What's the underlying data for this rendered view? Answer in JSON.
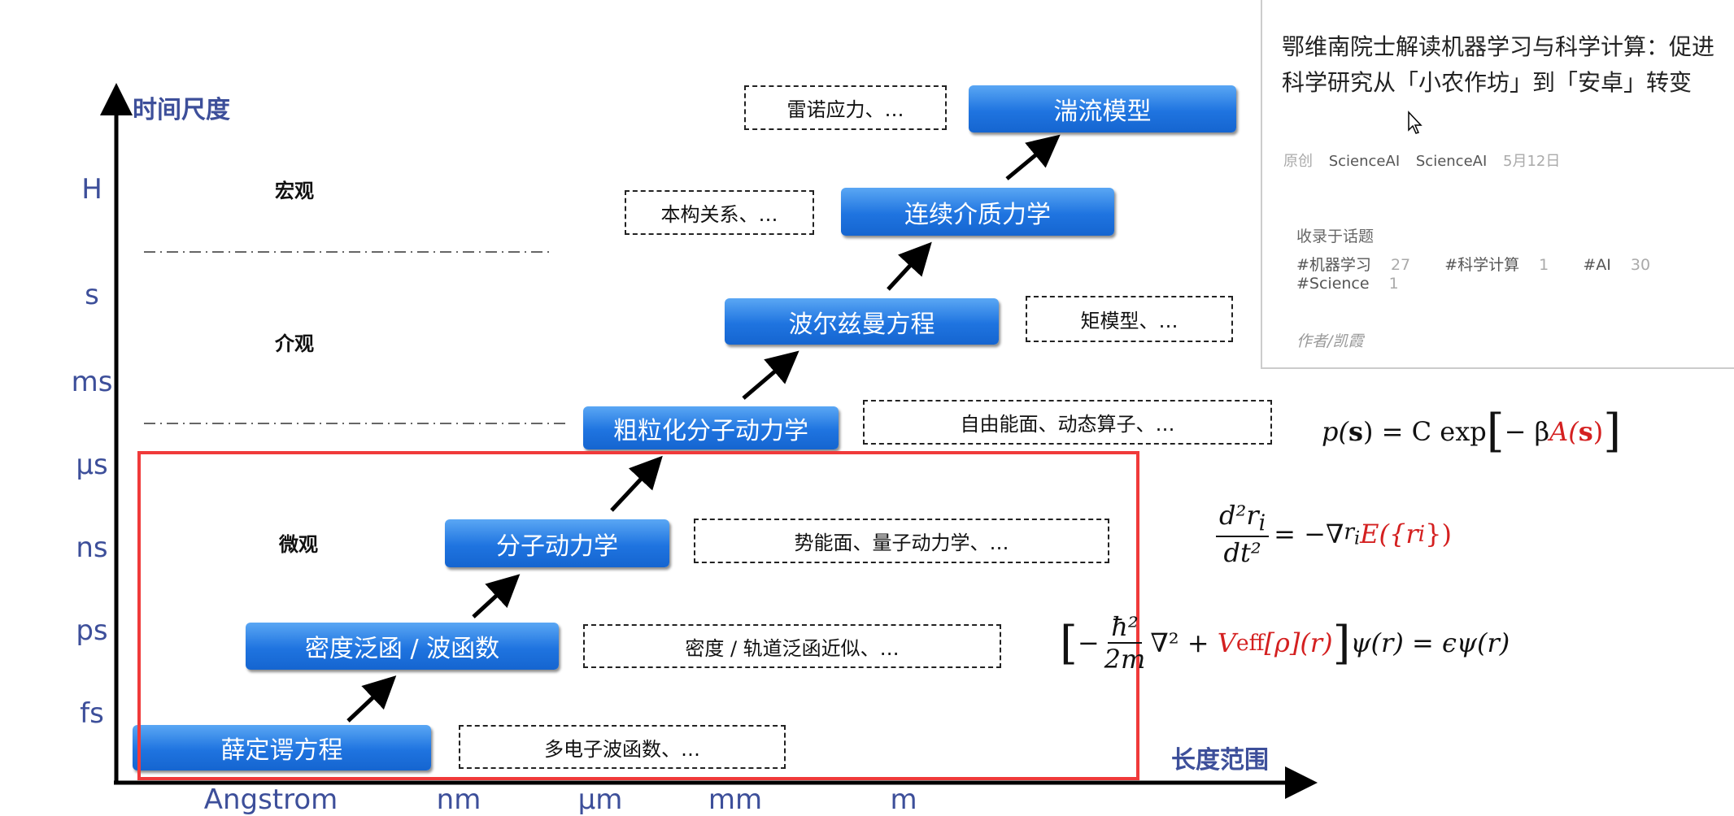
{
  "diagram": {
    "y_axis_label": "时间尺度",
    "x_axis_label": "长度范围",
    "y_ticks": [
      "H",
      "s",
      "ms",
      "μs",
      "ns",
      "ps",
      "fs"
    ],
    "x_ticks": [
      "Angstrom",
      "nm",
      "μm",
      "mm",
      "m"
    ],
    "regions": [
      "宏观",
      "介观",
      "微观"
    ],
    "models": [
      {
        "name": "薛定谔方程",
        "note": "多电子波函数、…"
      },
      {
        "name": "密度泛函 / 波函数",
        "note": "密度 / 轨道泛函近似、…"
      },
      {
        "name": "分子动力学",
        "note": "势能面、量子动力学、…"
      },
      {
        "name": "粗粒化分子动力学",
        "note": "自由能面、动态算子、…"
      },
      {
        "name": "波尔兹曼方程",
        "note": "矩模型、…"
      },
      {
        "name": "连续介质力学",
        "note": "本构关系、…"
      },
      {
        "name": "湍流模型",
        "note": "雷诺应力、…"
      }
    ],
    "formulas": {
      "boltzmann": {
        "lhs": "p(",
        "s": "s",
        "mid": ") = C exp",
        "beta": "− β",
        "A": "A(",
        "s2": "s",
        "close": ")"
      },
      "md": {
        "num": "d²r",
        "num_sub": "i",
        "den": "dt²",
        "rhs": "= −∇",
        "rhs_sub": "r",
        "rhs_subsub": "i",
        "E": "E({r",
        "E_sub": "i",
        "E_close": "})"
      },
      "dft": {
        "minus": "−",
        "num": "ħ²",
        "den": "2m",
        "lap": "∇² +",
        "V": "V",
        "V_sub": "eff",
        "V_rest": "[ρ](r)",
        "rhs": "ψ(r) = ϵψ(r)"
      }
    },
    "colors": {
      "box": "#1f74e0",
      "highlight": "#f03a3a",
      "axis_text": "#3d4f9a",
      "formula_red": "#d42020"
    }
  },
  "article": {
    "title": "鄂维南院士解读机器学习与科学计算：促进科学研究从「小农作坊」到「安卓」转变",
    "original_label": "原创",
    "author1": "ScienceAI",
    "author2": "ScienceAI",
    "date": "5月12日",
    "topics_label": "收录于话题",
    "tags": [
      {
        "name": "#机器学习",
        "count": "27"
      },
      {
        "name": "#科学计算",
        "count": "1"
      },
      {
        "name": "#AI",
        "count": "30"
      },
      {
        "name": "#Science",
        "count": "1"
      }
    ],
    "byline": "作者/凯霞"
  }
}
